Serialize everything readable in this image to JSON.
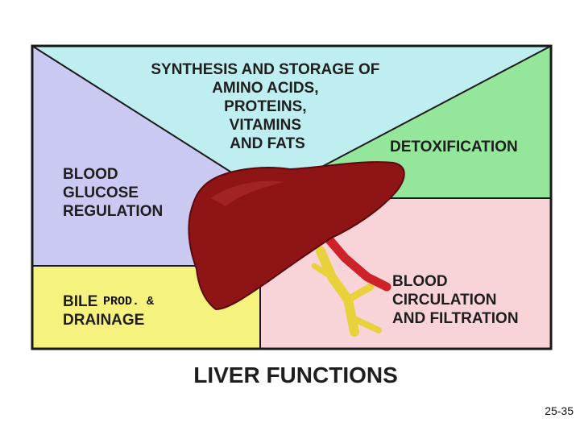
{
  "title": "LIVER FUNCTIONS",
  "page_number": "25-35",
  "regions": {
    "synthesis": {
      "lines": [
        "SYNTHESIS AND STORAGE OF",
        "AMINO ACIDS,",
        "PROTEINS,",
        "VITAMINS",
        "AND FATS"
      ],
      "color": "#bfeef0"
    },
    "glucose": {
      "lines": [
        "BLOOD",
        "GLUCOSE",
        "REGULATION"
      ],
      "color": "#c9c9f2"
    },
    "detox": {
      "lines": [
        "DETOXIFICATION"
      ],
      "color": "#93e69a"
    },
    "bile": {
      "lines": [
        "BILE",
        "DRAINAGE"
      ],
      "typed_insert": "PROD. &",
      "color": "#f5f27d"
    },
    "circulation": {
      "lines": [
        "BLOOD",
        "CIRCULATION",
        "AND FILTRATION"
      ],
      "color": "#f8d4d8"
    }
  },
  "colors": {
    "liver": "#8f1416",
    "bile_duct": "#e8d23c",
    "blood_vessel": "#cc2228",
    "border": "#1a1a1a"
  }
}
